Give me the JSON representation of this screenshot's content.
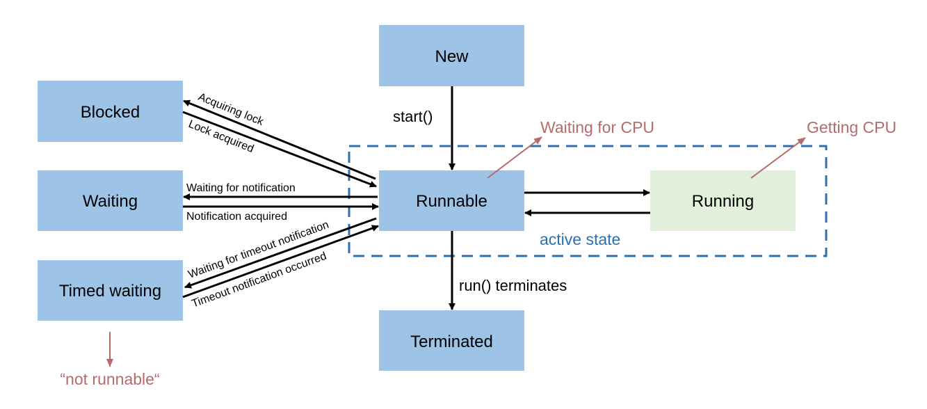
{
  "title": "Java thread states",
  "colors": {
    "state_fill": "#9dc3e6",
    "running_fill": "#e2efda",
    "arrow": "#000000",
    "annotation": "#b56b6b",
    "active_region": "#2e6fad"
  },
  "states": {
    "new": "New",
    "runnable": "Runnable",
    "running": "Running",
    "terminated": "Terminated",
    "blocked": "Blocked",
    "waiting": "Waiting",
    "timed_waiting": "Timed waiting"
  },
  "transitions": {
    "start": "start()",
    "run_terminates": "run() terminates",
    "acquiring_lock": "Acquiring lock",
    "lock_acquired": "Lock acquired",
    "waiting_for_notification": "Waiting for notification",
    "notification_acquired": "Notification acquired",
    "waiting_for_timeout_notification": "Waiting for timeout notification",
    "timeout_notification_occurred": "Timeout notification occurred"
  },
  "annotations": {
    "waiting_for_cpu": "Waiting for CPU",
    "getting_cpu": "Getting CPU",
    "active_state": "active state",
    "not_runnable": "“not runnable“"
  }
}
